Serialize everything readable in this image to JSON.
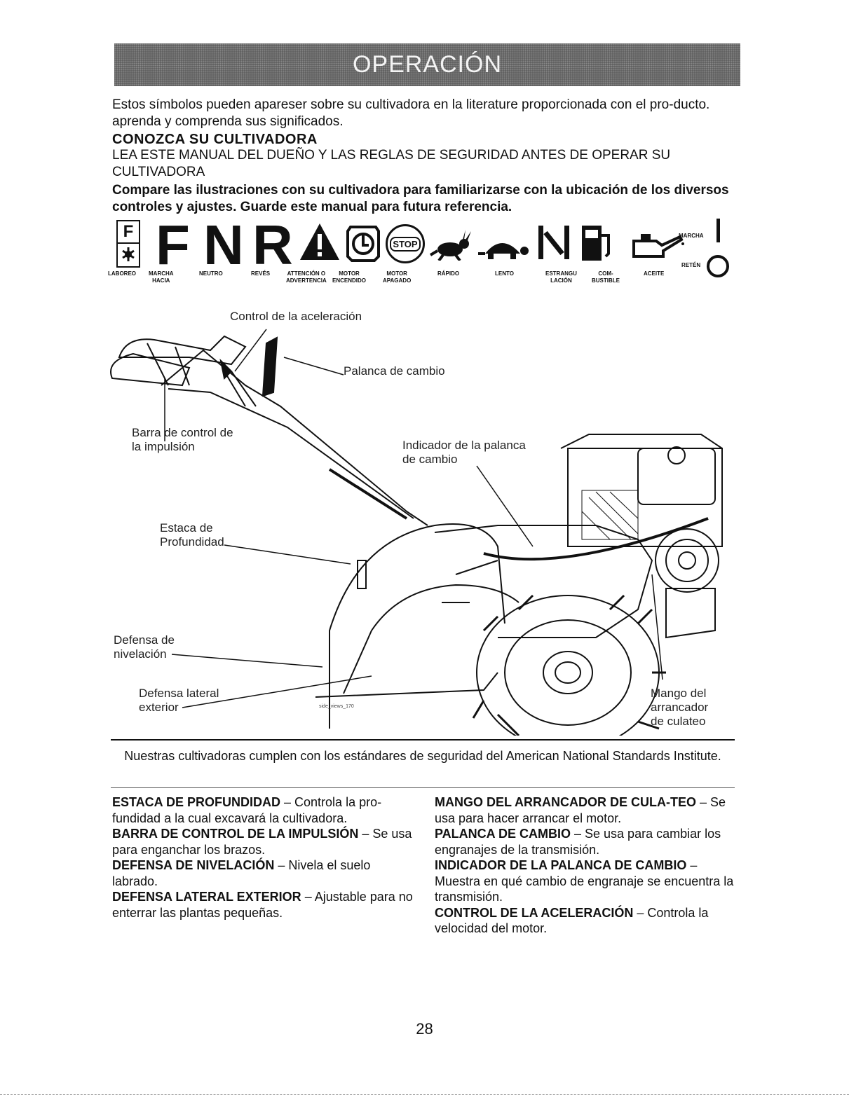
{
  "header": {
    "title": "OPERACIÓN"
  },
  "intro": "Estos símbolos pueden apareser sobre su cultivadora en la literature proporcionada con el pro-ducto. aprenda y comprenda sus significados.",
  "section_title": "CONOZCA SU CULTIVADORA",
  "read_manual": "LEA ESTE MANUAL DEL DUEÑO Y LAS REGLAS DE SEGURIDAD ANTES DE OPERAR SU CULTIVADORA",
  "compare_note": "Compare las ilustraciones con su cultivadora para familiarizarse con la ubicación de los diversos controles y ajustes. Guarde este manual para futura referencia.",
  "symbols": {
    "letters": {
      "f": "F",
      "n": "N",
      "r": "R"
    },
    "box_letter": "F",
    "stop": "STOP",
    "labels": {
      "laboreo": "LABOREO",
      "marcha_hacia": "MARCHA\nHACIA",
      "neutro": "NEUTRO",
      "reves": "REVÉS",
      "atencion": "ATTENCIÓN O\nADVERTENCIA",
      "motor_encendido": "MOTOR\nENCENDIDO",
      "motor_apagado": "MOTOR\nAPAGADO",
      "rapido": "RÁPIDO",
      "lento": "LENTO",
      "estrangulacion": "ESTRANGU\nLACIÓN",
      "combustible": "COM-\nBUSTIBLE",
      "aceite": "ACEITE",
      "marcha": "MARCHA",
      "reten": "RETÉN"
    }
  },
  "diagram": {
    "callouts": {
      "throttle": "Control de la aceleración",
      "shift_lever": "Palanca de cambio",
      "drive_bar": "Barra de control de\nla impulsión",
      "shift_indicator": "Indicador de la palanca\nde cambio",
      "depth_stake": "Estaca de\nProfundidad",
      "leveling_shield": "Defensa de\nnivelación",
      "side_shield": "Defensa lateral\nexterior",
      "recoil_handle": "Mango del\narrancador\nde culateo",
      "tiny_label": "side_views_170"
    }
  },
  "standards": "Nuestras cultivadoras cumplen con los estándares de seguridad del American National Standards Institute.",
  "definitions": {
    "left": [
      {
        "term": "ESTACA DE PROFUNDIDAD",
        "text": " – Controla la pro-fundidad a la cual excavará la cultivadora."
      },
      {
        "term": "BARRA DE CONTROL DE LA IMPULSIÓN",
        "text": " – Se usa para enganchar los brazos."
      },
      {
        "term": "DEFENSA DE NIVELACIÓN",
        "text": " – Nivela el suelo labrado."
      },
      {
        "term": "DEFENSA LATERAL EXTERIOR",
        "text": " – Ajustable para no enterrar las plantas pequeñas."
      }
    ],
    "right": [
      {
        "term": "MANGO DEL ARRANCADOR DE CULA-TEO",
        "text": " – Se usa para hacer arrancar el motor."
      },
      {
        "term": "PALANCA DE CAMBIO",
        "text": " – Se usa para cambiar los engranajes de la transmisión."
      },
      {
        "term": "INDICADOR DE LA PALANCA DE CAMBIO",
        "text": " – Muestra en qué cambio de engranaje se encuentra la transmisión."
      },
      {
        "term": "CONTROL DE LA ACELERACIÓN",
        "text": " – Controla la velocidad del motor."
      }
    ]
  },
  "page_number": "28"
}
